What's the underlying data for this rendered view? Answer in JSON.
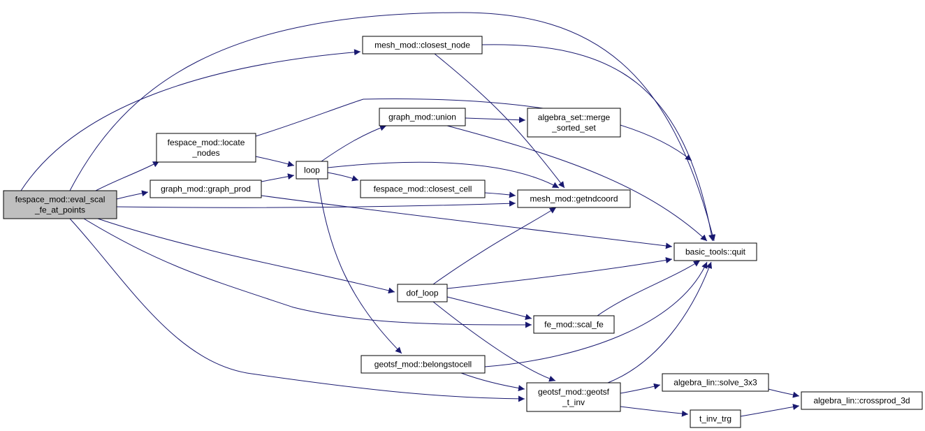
{
  "diagram": {
    "type": "call-graph",
    "colors": {
      "edge": "#191970",
      "root_fill": "#bfbfbf",
      "node_fill": "#ffffff",
      "border": "#000000"
    },
    "nodes": [
      {
        "id": "eval",
        "lines": [
          "fespace_mod::eval_scal",
          "_fe_at_points"
        ],
        "root": true
      },
      {
        "id": "closest_node",
        "lines": [
          "mesh_mod::closest_node"
        ]
      },
      {
        "id": "locate_nodes",
        "lines": [
          "fespace_mod::locate",
          "_nodes"
        ]
      },
      {
        "id": "graph_prod",
        "lines": [
          "graph_mod::graph_prod"
        ]
      },
      {
        "id": "union",
        "lines": [
          "graph_mod::union"
        ]
      },
      {
        "id": "loop",
        "lines": [
          "loop"
        ]
      },
      {
        "id": "merge_sorted",
        "lines": [
          "algebra_set::merge",
          "_sorted_set"
        ]
      },
      {
        "id": "closest_cell",
        "lines": [
          "fespace_mod::closest_cell"
        ]
      },
      {
        "id": "getndcoord",
        "lines": [
          "mesh_mod::getndcoord"
        ]
      },
      {
        "id": "quit",
        "lines": [
          "basic_tools::quit"
        ]
      },
      {
        "id": "dof_loop",
        "lines": [
          "dof_loop"
        ]
      },
      {
        "id": "scal_fe",
        "lines": [
          "fe_mod::scal_fe"
        ]
      },
      {
        "id": "belongstocell",
        "lines": [
          "geotsf_mod::belongstocell"
        ]
      },
      {
        "id": "geotsf_t_inv",
        "lines": [
          "geotsf_mod::geotsf",
          "_t_inv"
        ]
      },
      {
        "id": "solve_3x3",
        "lines": [
          "algebra_lin::solve_3x3"
        ]
      },
      {
        "id": "t_inv_trg",
        "lines": [
          "t_inv_trg"
        ]
      },
      {
        "id": "crossprod_3d",
        "lines": [
          "algebra_lin::crossprod_3d"
        ]
      }
    ],
    "edges": [
      [
        "eval",
        "closest_node"
      ],
      [
        "eval",
        "quit"
      ],
      [
        "eval",
        "locate_nodes"
      ],
      [
        "eval",
        "graph_prod"
      ],
      [
        "eval",
        "getndcoord"
      ],
      [
        "eval",
        "dof_loop"
      ],
      [
        "eval",
        "scal_fe"
      ],
      [
        "eval",
        "geotsf_t_inv"
      ],
      [
        "closest_node",
        "quit"
      ],
      [
        "closest_node",
        "getndcoord"
      ],
      [
        "locate_nodes",
        "quit"
      ],
      [
        "locate_nodes",
        "loop"
      ],
      [
        "graph_prod",
        "loop"
      ],
      [
        "graph_prod",
        "quit"
      ],
      [
        "loop",
        "union"
      ],
      [
        "loop",
        "getndcoord"
      ],
      [
        "loop",
        "closest_cell"
      ],
      [
        "loop",
        "belongstocell"
      ],
      [
        "union",
        "merge_sorted"
      ],
      [
        "union",
        "quit"
      ],
      [
        "closest_cell",
        "getndcoord"
      ],
      [
        "dof_loop",
        "getndcoord"
      ],
      [
        "dof_loop",
        "quit"
      ],
      [
        "dof_loop",
        "scal_fe"
      ],
      [
        "dof_loop",
        "geotsf_t_inv"
      ],
      [
        "scal_fe",
        "quit"
      ],
      [
        "belongstocell",
        "quit"
      ],
      [
        "belongstocell",
        "geotsf_t_inv"
      ],
      [
        "geotsf_t_inv",
        "quit"
      ],
      [
        "geotsf_t_inv",
        "solve_3x3"
      ],
      [
        "geotsf_t_inv",
        "t_inv_trg"
      ],
      [
        "solve_3x3",
        "crossprod_3d"
      ],
      [
        "t_inv_trg",
        "crossprod_3d"
      ]
    ]
  }
}
